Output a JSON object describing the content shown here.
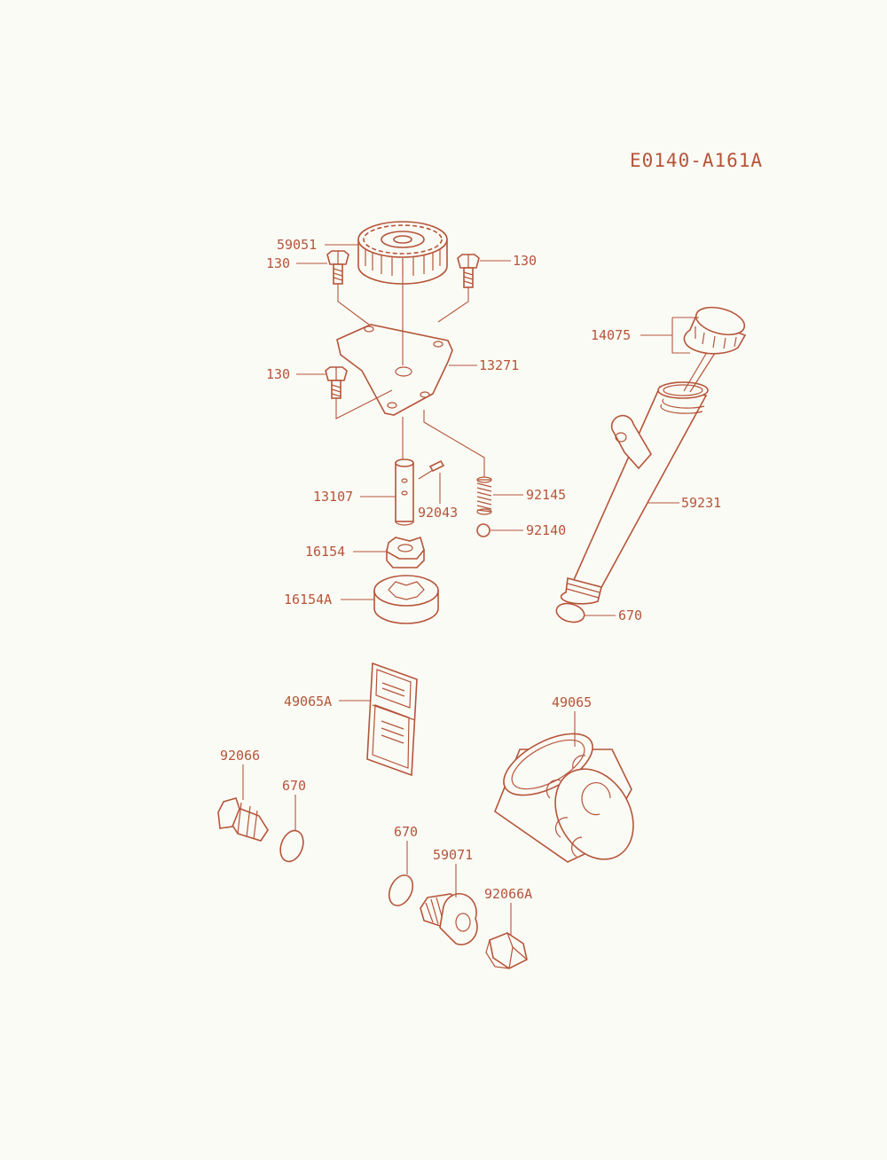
{
  "diagram_code": "E0140-A161A",
  "colors": {
    "line": "#b5553a",
    "background": "#fbfbf5"
  },
  "labels": {
    "p59051": "59051",
    "p130_left": "130",
    "p130_right": "130",
    "p130_mid": "130",
    "p13271": "13271",
    "p14075": "14075",
    "p13107": "13107",
    "p92043": "92043",
    "p92145": "92145",
    "p92140": "92140",
    "p59231": "59231",
    "p16154": "16154",
    "p16154A": "16154A",
    "p670_tube": "670",
    "p49065A": "49065A",
    "p49065": "49065",
    "p92066": "92066",
    "p670_left": "670",
    "p670_bottom": "670",
    "p59071": "59071",
    "p92066A": "92066A"
  }
}
